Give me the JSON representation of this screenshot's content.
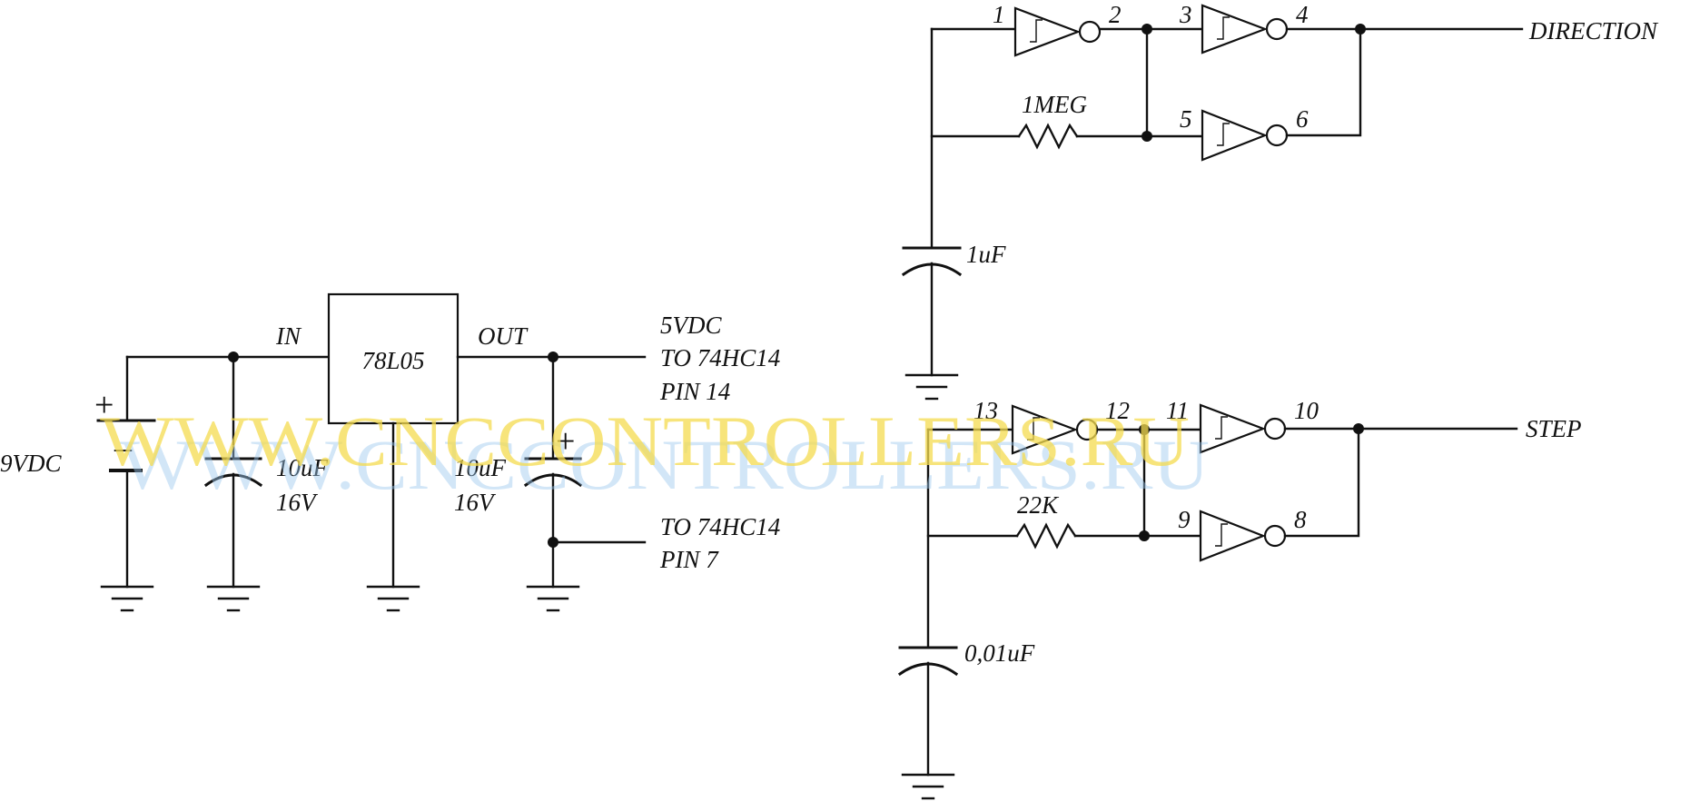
{
  "power": {
    "battery_label": "9VDC",
    "plus_sign": "+",
    "minus_sign": "–",
    "regulator": "78L05",
    "pin_in": "IN",
    "pin_out": "OUT",
    "cap_in_value": "10uF",
    "cap_in_voltage": "16V",
    "cap_out_value": "10uF",
    "cap_out_voltage": "16V",
    "cap_out_plus": "+",
    "out_line1": "5VDC",
    "out_line2": "TO 74HC14",
    "out_line3": "PIN 14",
    "gnd_line1": "TO 74HC14",
    "gnd_line2": "PIN 7"
  },
  "direction": {
    "pins": [
      "1",
      "2",
      "3",
      "4",
      "5",
      "6"
    ],
    "resistor": "1MEG",
    "capacitor": "1uF",
    "output": "DIRECTION"
  },
  "step": {
    "pins": [
      "13",
      "12",
      "11",
      "10",
      "9",
      "8"
    ],
    "resistor": "22K",
    "capacitor": "0,01uF",
    "output": "STEP"
  },
  "watermark": {
    "text": "WWW.CNCCONTROLLERS.RU"
  }
}
